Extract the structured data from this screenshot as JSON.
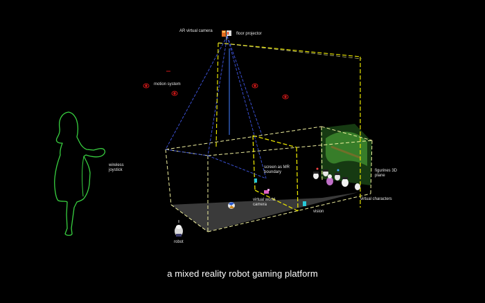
{
  "labels": {
    "ar_camera": "AR virtual camera",
    "projector": "floor projector",
    "motion_system": "motion system",
    "wireless_joystick": "wireless joystick",
    "screen_boundary": "screen as MR boundary",
    "virtual_world_camera": "virtual world camera",
    "vision": "vision",
    "figurines_plate": "figurines 3D plane",
    "virtual_characters": "virtual characters",
    "robot": "robot"
  },
  "caption": "a mixed reality robot gaming platform",
  "colors": {
    "background": "#000000",
    "room_outline": "#f2f2a0",
    "screen_outline": "#e8e400",
    "frustum": "#3a4fd0",
    "girl_outline": "#38d040",
    "motion_markers": "#d01818",
    "floor": "#3a3a3a",
    "label_text": "#e6e6e6"
  },
  "icons": [
    "camera-icon",
    "projector-icon",
    "motion-tracker-icon",
    "robot-icon",
    "ball-icon",
    "figurine-icon",
    "girl-figure"
  ]
}
